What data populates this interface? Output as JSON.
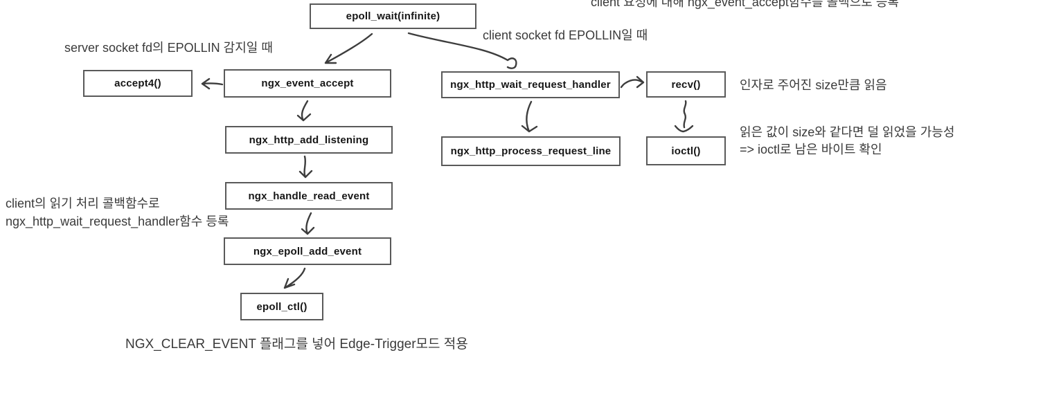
{
  "diagram": {
    "nodes": [
      {
        "id": "epoll_wait",
        "label": "epoll_wait(infinite)"
      },
      {
        "id": "accept4",
        "label": "accept4()"
      },
      {
        "id": "ngx_event_accept",
        "label": "ngx_event_accept"
      },
      {
        "id": "ngx_http_add_listening",
        "label": "ngx_http_add_listening"
      },
      {
        "id": "ngx_handle_read_event",
        "label": "ngx_handle_read_event"
      },
      {
        "id": "ngx_epoll_add_event",
        "label": "ngx_epoll_add_event"
      },
      {
        "id": "epoll_ctl",
        "label": "epoll_ctl()"
      },
      {
        "id": "ngx_http_wait_request_handler",
        "label": "ngx_http_wait_request_handler"
      },
      {
        "id": "recv",
        "label": "recv()"
      },
      {
        "id": "ngx_http_process_request_line",
        "label": "ngx_http_process_request_line"
      },
      {
        "id": "ioctl",
        "label": "ioctl()"
      }
    ],
    "annotations": {
      "top_right_clipped": "client 요청에 대해 ngx_event_accept함수를 콜백으로 등록",
      "server_socket": "server socket fd의 EPOLLIN 감지일 때",
      "client_socket": "client socket fd EPOLLIN일 때",
      "recv_size": "인자로 주어진 size만큼 읽음",
      "recv_check_line1": "읽은 값이 size와 같다면 덜 읽었을 가능성",
      "recv_check_line2": "=> ioctl로 남은 바이트 확인",
      "callback_line1": "client의 읽기 처리 콜백함수로",
      "callback_line2": "ngx_http_wait_request_handler함수 등록",
      "edge_trigger": "NGX_CLEAR_EVENT 플래그를 넣어 Edge-Trigger모드 적용"
    },
    "colors": {
      "background": "#ffffff",
      "box_border": "#595959",
      "box_text": "#161616",
      "annotation_text": "#3a3a3a",
      "arrow": "#3d3d3d"
    }
  }
}
